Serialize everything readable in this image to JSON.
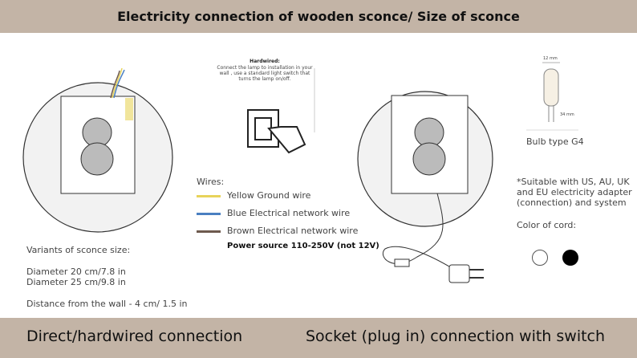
{
  "title": "Electricity connection of wooden sconce/ Size of sconce",
  "hardwired_note": {
    "heading": "Hardwired:",
    "text": "Connect the lamp to installation in your wall , use a standard light switch that turns the lamp on/off."
  },
  "wires": {
    "heading": "Wires:",
    "items": [
      {
        "label": "Yellow Ground wire",
        "color": "#e8d35a"
      },
      {
        "label": "Blue Electrical network wire",
        "color": "#4a7fc1"
      },
      {
        "label": "Brown Electrical network wire",
        "color": "#6e5a4e"
      }
    ],
    "power": "Power source 110-250V (not 12V)"
  },
  "sizes": {
    "heading": "Variants  of sconce size:",
    "items": [
      "Diameter  20 cm/7.8 in",
      "Diameter  25 cm/9.8 in"
    ],
    "distance": "Distance from the wall - 4 cm/ 1.5 in"
  },
  "bulb": {
    "label": "Bulb type G4",
    "width_dim": "12 mm",
    "height_dim": "34 mm"
  },
  "compat": "*Suitable with US, AU, UK and EU electricity adapter (connection) and system",
  "cord": {
    "label": "Color of cord:",
    "colors": [
      "#ffffff",
      "#000000"
    ]
  },
  "footer": {
    "left": "Direct/hardwired connection",
    "right": "Socket (plug in) connection with switch"
  },
  "colors": {
    "band": "#c3b4a6"
  }
}
